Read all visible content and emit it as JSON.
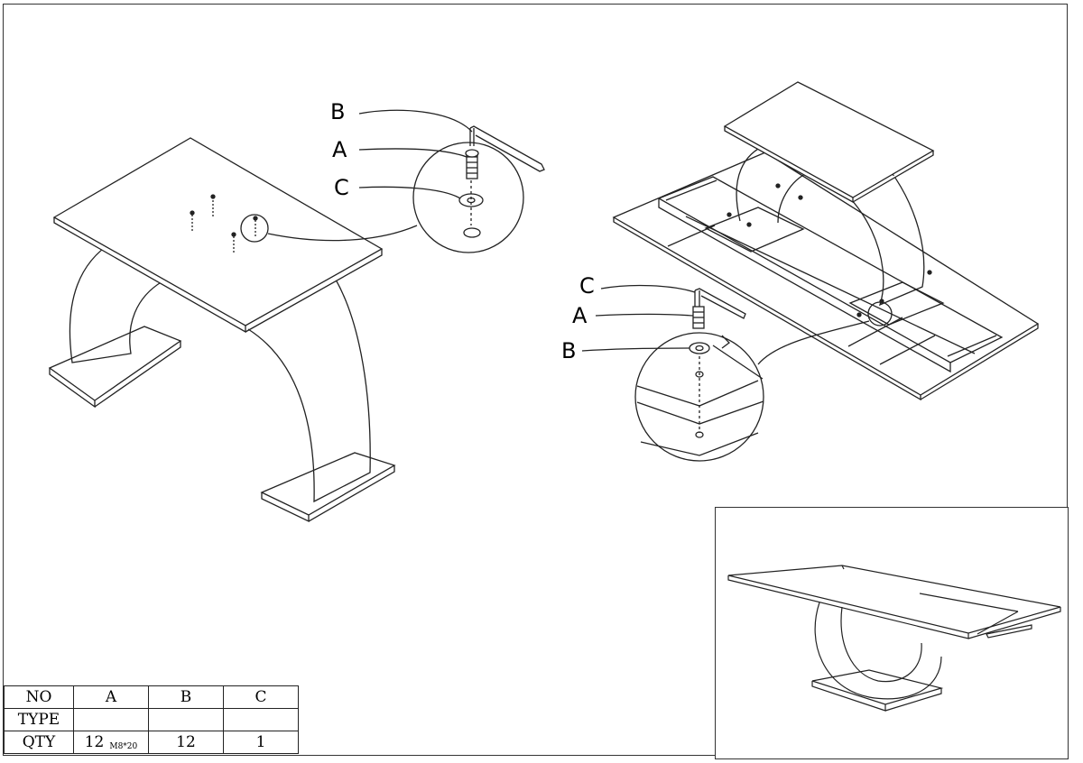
{
  "callouts": {
    "left": {
      "b": "B",
      "a": "A",
      "c": "C"
    },
    "right": {
      "c": "C",
      "a": "A",
      "b": "B"
    }
  },
  "parts_table": {
    "headers": [
      "NO",
      "A",
      "B",
      "C"
    ],
    "type_label": "TYPE",
    "qty_label": "QTY",
    "qty": {
      "a": "12",
      "a_spec": "M8*20",
      "b": "12",
      "c": "1"
    },
    "icons": {
      "a": "bolt-icon",
      "b": "washer-icon",
      "c": "allen-key-icon"
    }
  }
}
